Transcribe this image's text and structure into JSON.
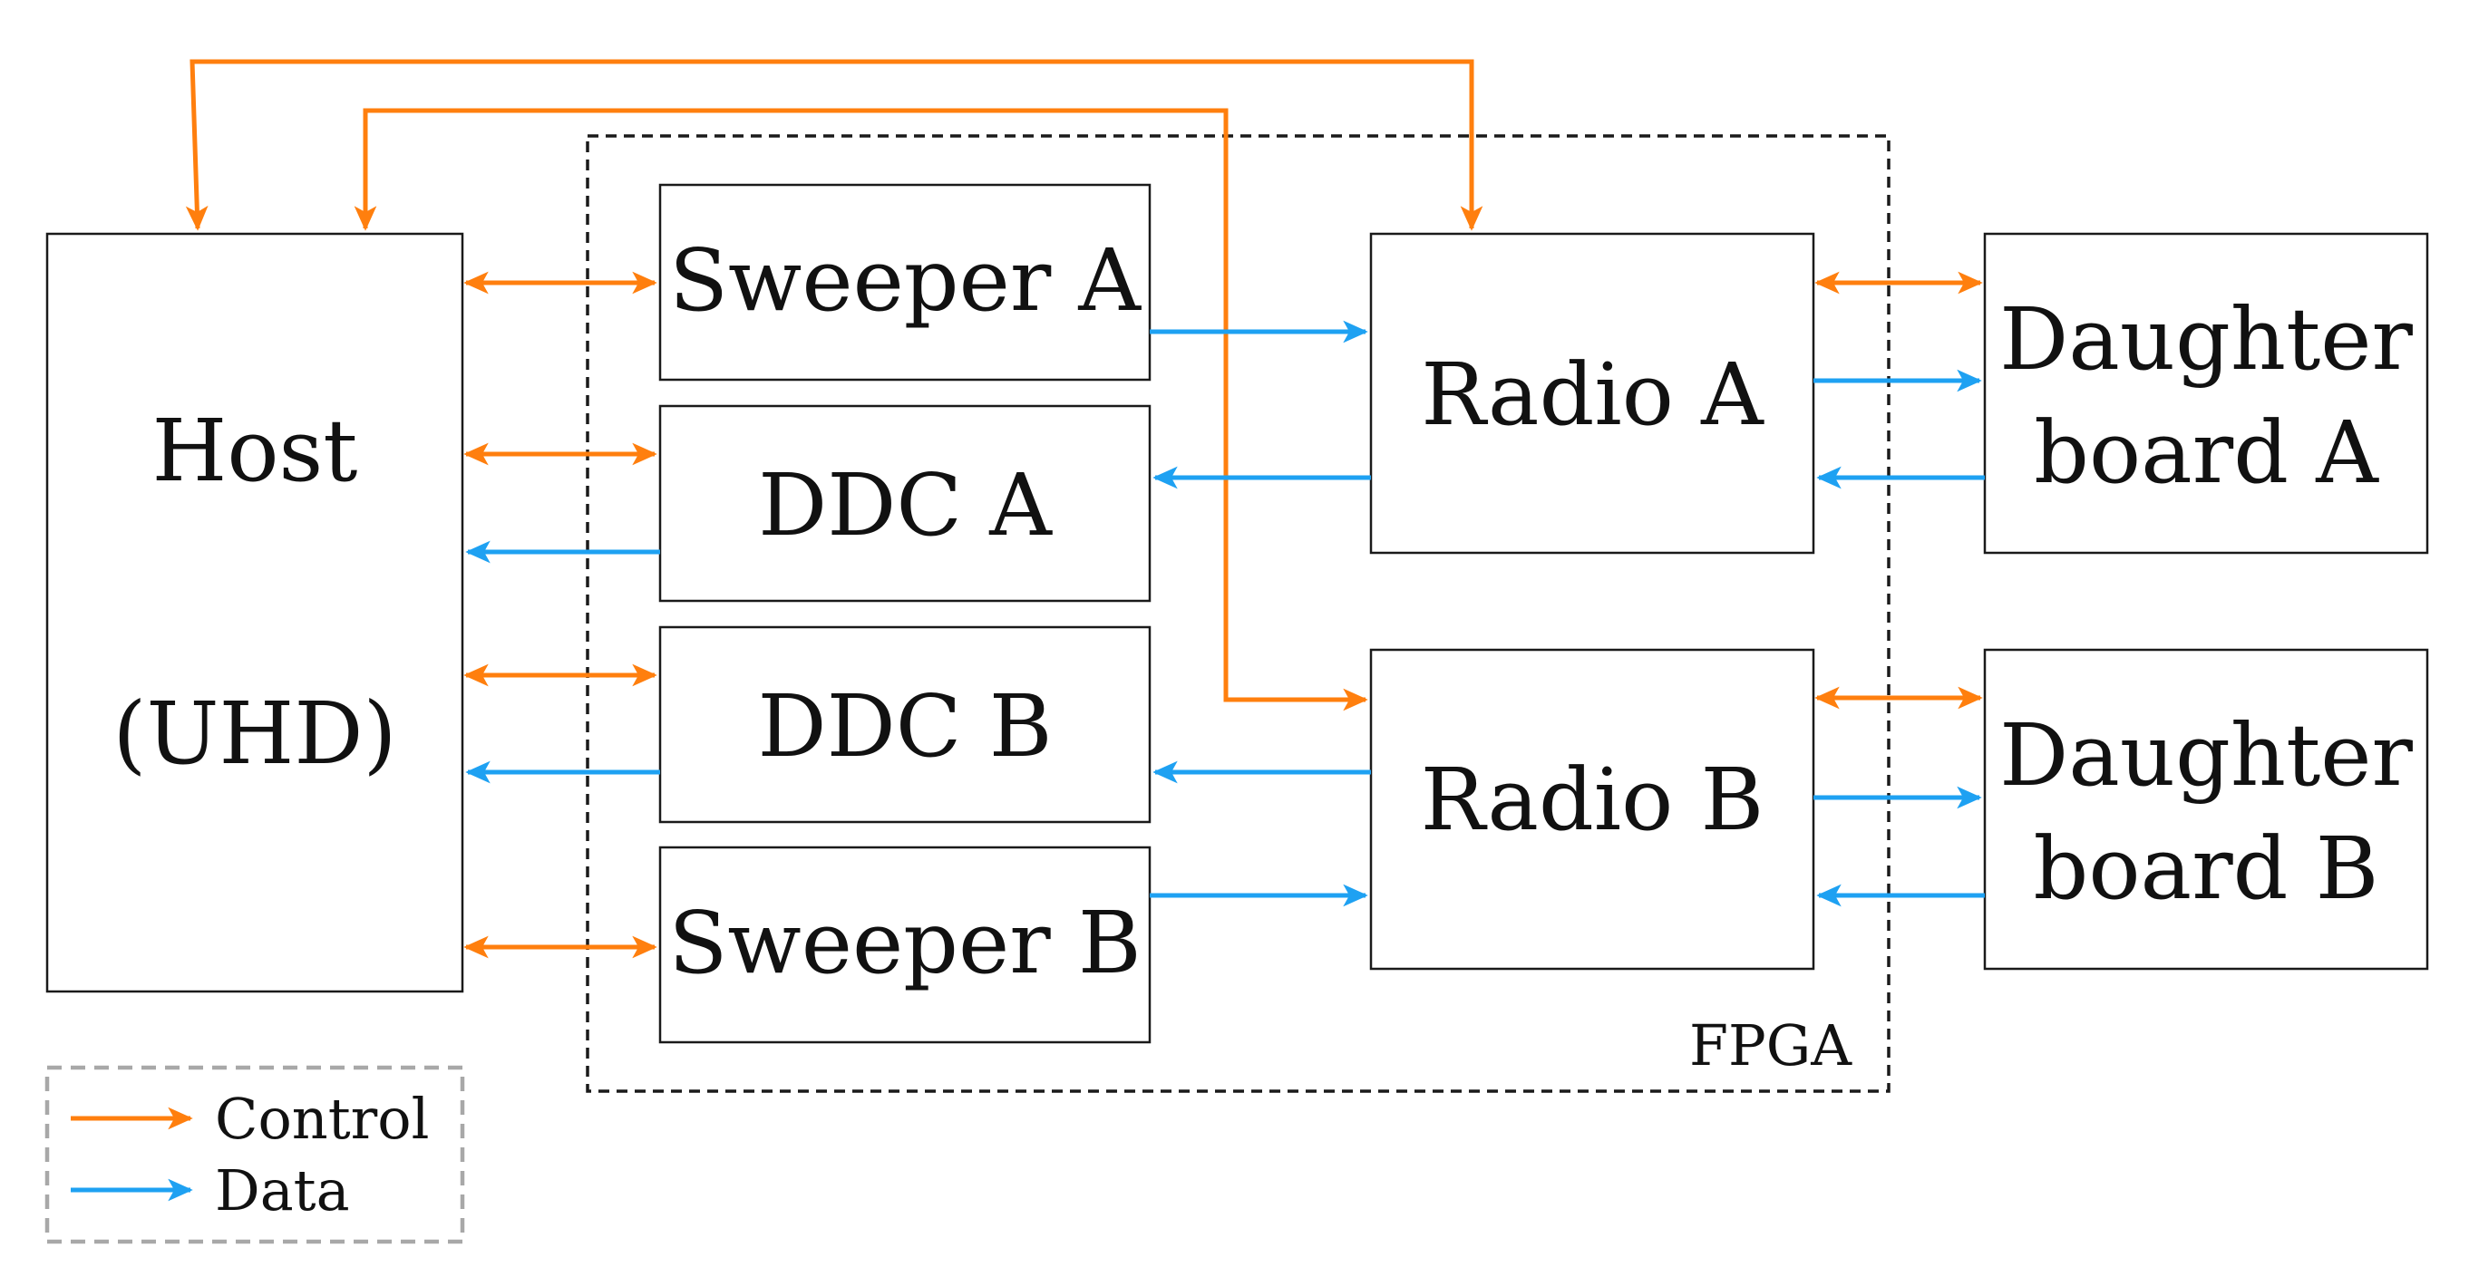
{
  "colors": {
    "control": "#ff7f0e",
    "data": "#1ea1f2",
    "box_border": "#1a1a1a",
    "legend_border": "#a8a8a8"
  },
  "blocks": {
    "host": {
      "line1": "Host",
      "line2": "(UHD)"
    },
    "sweeper_a": "Sweeper A",
    "ddc_a": "DDC A",
    "ddc_b": "DDC B",
    "sweeper_b": "Sweeper B",
    "radio_a": "Radio A",
    "radio_b": "Radio B",
    "daughterboard_a": {
      "line1": "Daughter",
      "line2": "board A"
    },
    "daughterboard_b": {
      "line1": "Daughter",
      "line2": "board B"
    }
  },
  "fpga_label": "FPGA",
  "legend": {
    "control": "Control",
    "data": "Data"
  }
}
